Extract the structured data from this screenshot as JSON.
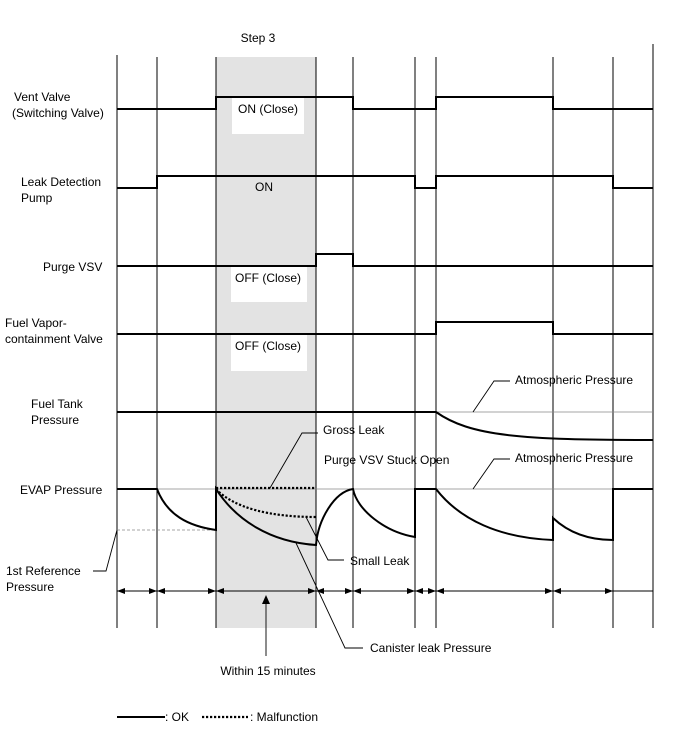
{
  "step_label": "Step 3",
  "signals": {
    "vent_valve": {
      "label_line1": "Vent Valve",
      "label_line2": "(Switching Valve)",
      "state": "ON (Close)"
    },
    "leak_pump": {
      "label_line1": "Leak Detection",
      "label_line2": "Pump",
      "state": "ON"
    },
    "purge_vsv": {
      "label": "Purge VSV",
      "state": "OFF (Close)"
    },
    "fuel_vapor_valve": {
      "label_line1": "Fuel Vapor-",
      "label_line2": "containment Valve",
      "state": "OFF (Close)"
    },
    "fuel_tank": {
      "label_line1": "Fuel Tank",
      "label_line2": "Pressure"
    },
    "evap": {
      "label": "EVAP Pressure"
    },
    "reference": {
      "label_line1": "1st Reference",
      "label_line2": "Pressure"
    }
  },
  "annotations": {
    "atmospheric_1": "Atmospheric Pressure",
    "atmospheric_2": "Atmospheric Pressure",
    "gross_leak": "Gross Leak",
    "purge_stuck": "Purge VSV Stuck Open",
    "small_leak": "Small Leak",
    "canister": "Canister leak Pressure",
    "within": "Within 15 minutes"
  },
  "legend": {
    "ok": ": OK",
    "malfunction": ": Malfunction"
  },
  "colors": {
    "shade": "#e3e3e3",
    "line": "#000000",
    "reference": "#888888"
  }
}
